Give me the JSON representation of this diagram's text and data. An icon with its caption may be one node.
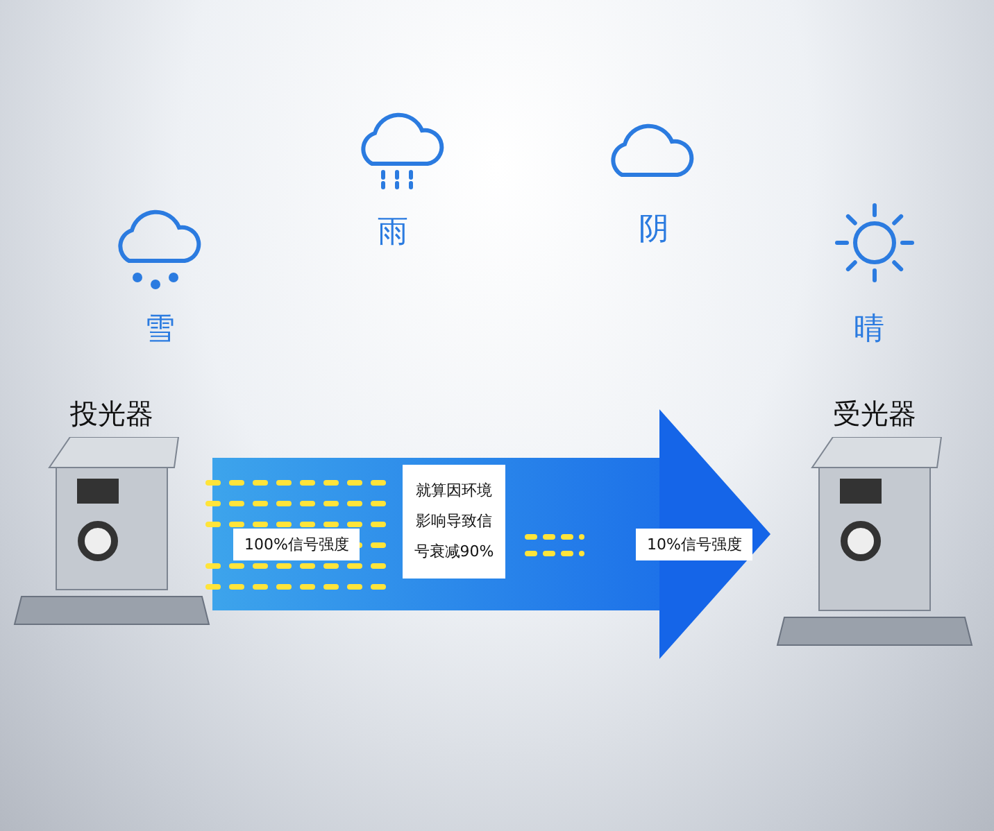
{
  "diagram": {
    "nodes": [
      {
        "text": [
          "投光器"
        ]
      },
      {
        "text": [
          "受光器"
        ]
      }
    ],
    "edges": [
      {
        "from": 0,
        "to": 1,
        "arrow": "to"
      }
    ],
    "labels": [
      "雪",
      "雨",
      "阴",
      "晴",
      "100%信号强度",
      "就算因环境影响导致信号衰减90%",
      "10%信号强度"
    ]
  }
}
